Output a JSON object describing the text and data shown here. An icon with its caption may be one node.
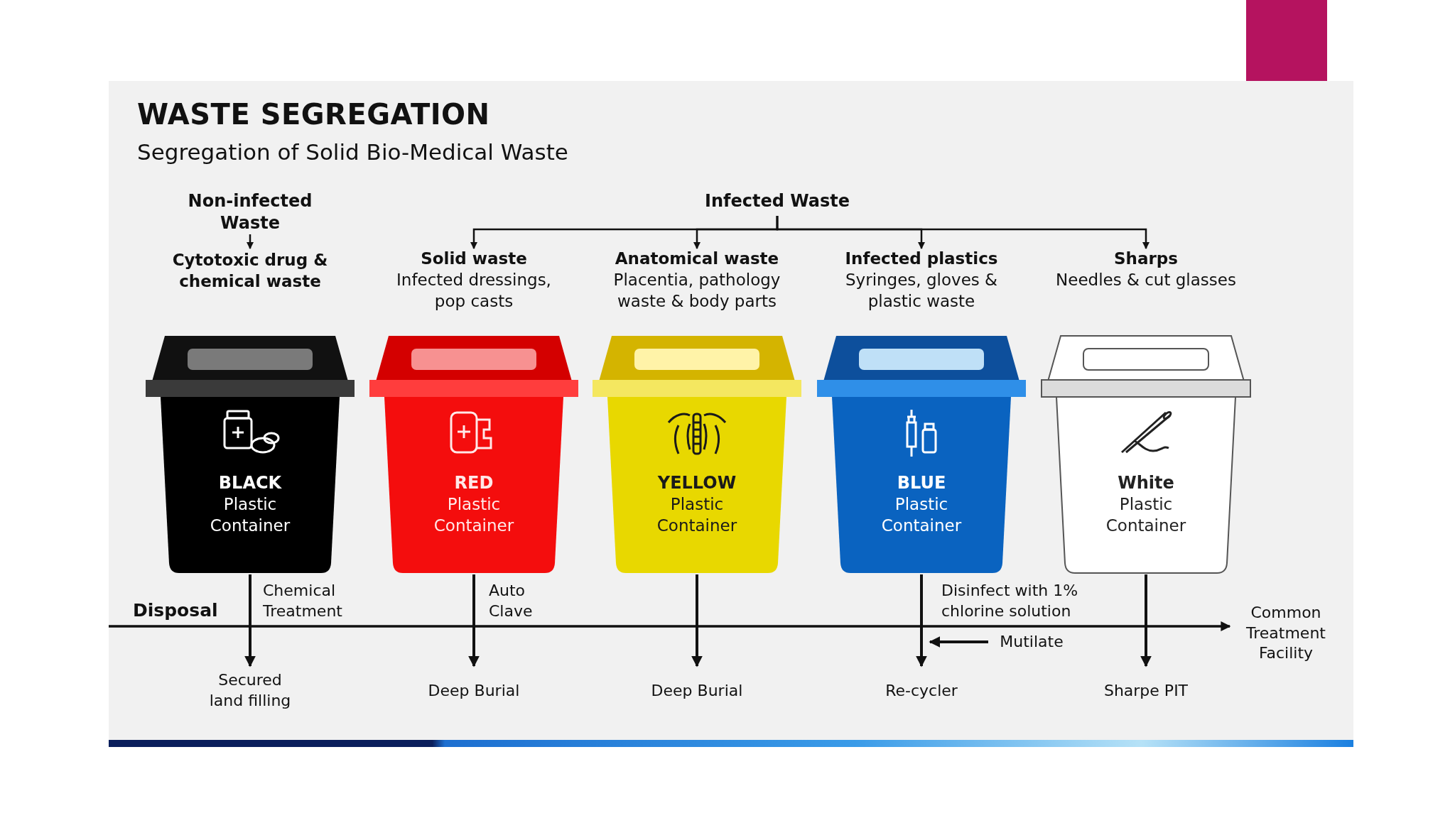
{
  "diagram": {
    "title": "WASTE SEGREGATION",
    "nodes": [
      {
        "text": [
          "Non-infected Waste"
        ]
      },
      {
        "text": [
          "Infected Waste"
        ]
      },
      {
        "text": [
          "Cytotoxic drug & chemical waste"
        ]
      },
      {
        "text": [
          "Solid waste",
          "Infected dressings, pop casts"
        ]
      },
      {
        "text": [
          "Anatomical waste",
          "Placentia, pathology waste & body parts"
        ]
      },
      {
        "text": [
          "Infected plastics",
          "Syringes, gloves & plastic waste"
        ]
      },
      {
        "text": [
          "Sharps",
          "Needles & cut glasses"
        ]
      },
      {
        "text": [
          "BLACK",
          "Plastic Container"
        ]
      },
      {
        "text": [
          "RED",
          "Plastic Container"
        ]
      },
      {
        "text": [
          "YELLOW",
          "Plastic Container"
        ]
      },
      {
        "text": [
          "BLUE",
          "Plastic Container"
        ]
      },
      {
        "text": [
          "White",
          "Plastic Container"
        ]
      },
      {
        "text": [
          "Secured land filling"
        ]
      },
      {
        "text": [
          "Deep Burial"
        ]
      },
      {
        "text": [
          "Deep Burial"
        ]
      },
      {
        "text": [
          "Re-cycler"
        ]
      },
      {
        "text": [
          "Sharpe PIT"
        ]
      },
      {
        "text": [
          "Common Treatment Facility"
        ]
      },
      {
        "text": [
          "Mutilate"
        ]
      }
    ],
    "edges": [
      {
        "from": 0,
        "to": 2,
        "arrow": "to"
      },
      {
        "from": 1,
        "to": 3,
        "arrow": "to"
      },
      {
        "from": 1,
        "to": 4,
        "arrow": "to"
      },
      {
        "from": 1,
        "to": 5,
        "arrow": "to"
      },
      {
        "from": 1,
        "to": 6,
        "arrow": "to"
      },
      {
        "from": 7,
        "to": 12,
        "arrow": "to",
        "label": "Chemical Treatment"
      },
      {
        "from": 8,
        "to": 13,
        "arrow": "to",
        "label": "Auto Clave"
      },
      {
        "from": 9,
        "to": 14,
        "arrow": "to"
      },
      {
        "from": 10,
        "to": 15,
        "arrow": "to",
        "label": "Disinfect with 1% chlorine solution"
      },
      {
        "from": 11,
        "to": 16,
        "arrow": "to"
      },
      {
        "from": null,
        "to": 17,
        "arrow": "to"
      },
      {
        "from": 18,
        "to": 15,
        "arrow": "to"
      }
    ],
    "labels": [
      "Segregation of Solid Bio-Medical Waste",
      "Disposal"
    ]
  }
}
